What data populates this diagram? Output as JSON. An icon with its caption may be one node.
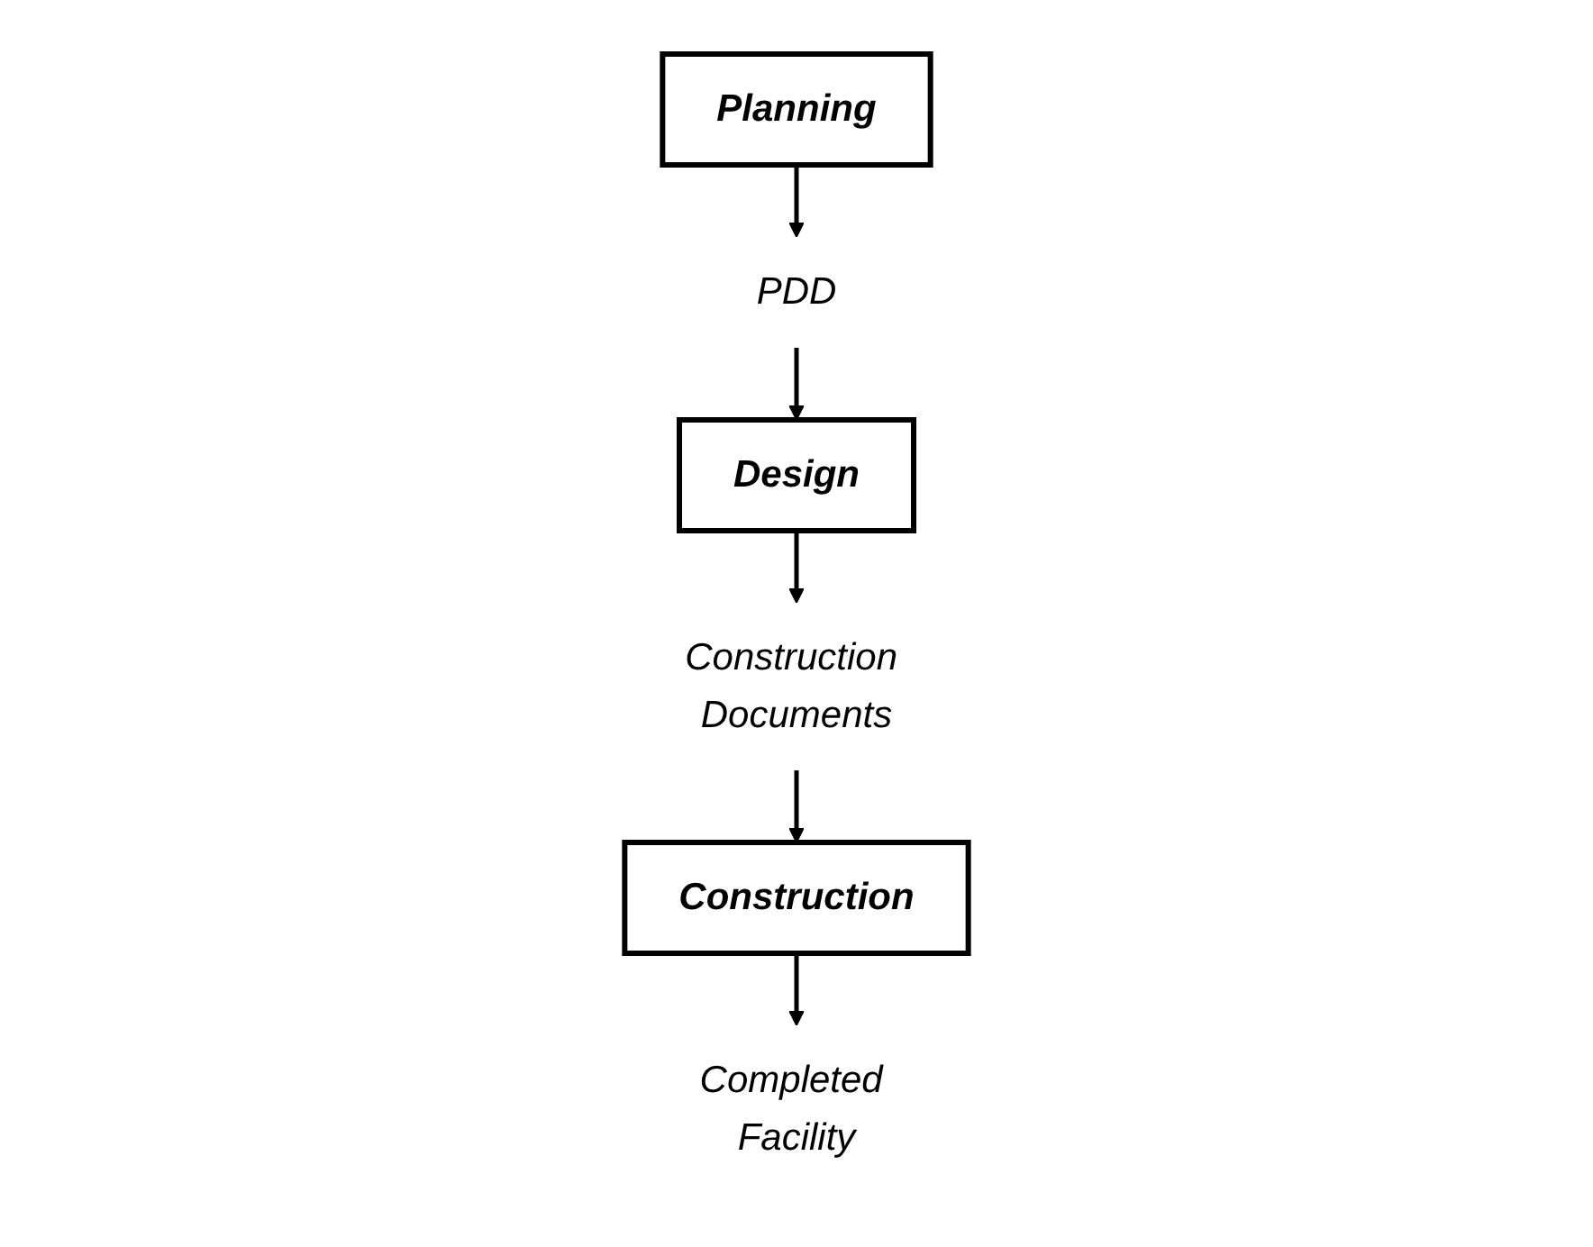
{
  "diagram": {
    "nodes": [
      {
        "text": [
          "Planning"
        ]
      },
      {
        "text": [
          "PDD"
        ]
      },
      {
        "text": [
          "Design"
        ]
      },
      {
        "text": [
          "Construction Documents"
        ]
      },
      {
        "text": [
          "Construction"
        ]
      },
      {
        "text": [
          "Completed Facility"
        ]
      }
    ],
    "edges": [
      {
        "from": 0,
        "to": 1,
        "arrow": "to"
      },
      {
        "from": 1,
        "to": 2,
        "arrow": "to"
      },
      {
        "from": 2,
        "to": 3,
        "arrow": "to"
      },
      {
        "from": 3,
        "to": 4,
        "arrow": "to"
      },
      {
        "from": 4,
        "to": 5,
        "arrow": "to"
      }
    ]
  }
}
